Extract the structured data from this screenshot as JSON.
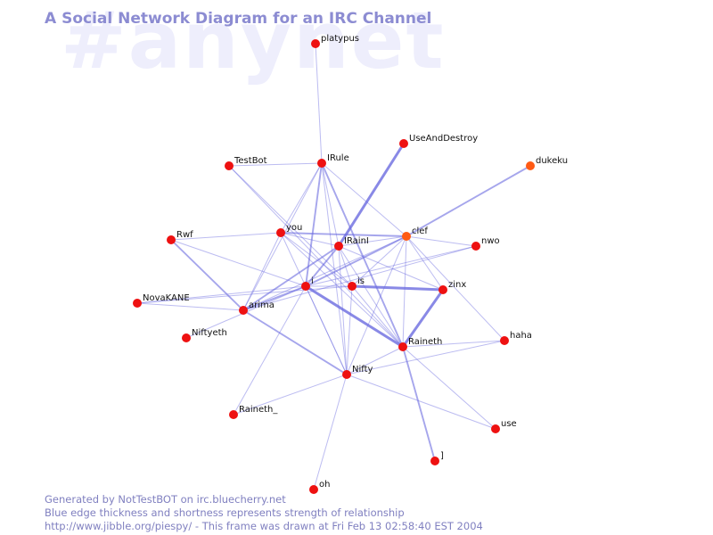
{
  "watermark": "#anynet",
  "title": "A Social Network Diagram for an IRC Channel",
  "footer": {
    "line1": "Generated by NotTestBOT on irc.bluecherry.net",
    "line2": "Blue edge thickness and shortness represents strength of relationship",
    "line3": "http://www.jibble.org/piespy/ - This frame was drawn at Fri Feb 13 02:58:40 EST 2004"
  },
  "colors": {
    "edge": "#6b6be0",
    "node": "#ee1111",
    "node_recent": "#ff5a14",
    "title": "#8c8cd2",
    "watermark": "#eeeefc",
    "footer": "#8080c0"
  },
  "nodes": [
    {
      "id": "platypus",
      "label": "platypus"
    },
    {
      "id": "UseAndDestroy",
      "label": "UseAndDestroy"
    },
    {
      "id": "dukeku",
      "label": "dukeku",
      "recent": true
    },
    {
      "id": "TestBot",
      "label": "TestBot"
    },
    {
      "id": "IRule",
      "label": "IRule"
    },
    {
      "id": "clef",
      "label": "clef",
      "recent": true
    },
    {
      "id": "nwo",
      "label": "nwo"
    },
    {
      "id": "Rwf",
      "label": "Rwf"
    },
    {
      "id": "you",
      "label": "you"
    },
    {
      "id": "IRainI",
      "label": "IRainI"
    },
    {
      "id": "i",
      "label": "i"
    },
    {
      "id": "is",
      "label": "is"
    },
    {
      "id": "zinx",
      "label": "zinx"
    },
    {
      "id": "NovaKANE",
      "label": "NovaKANE"
    },
    {
      "id": "arima",
      "label": "arima"
    },
    {
      "id": "Niftyeth",
      "label": "Niftyeth"
    },
    {
      "id": "Raineth",
      "label": "Raineth"
    },
    {
      "id": "haha",
      "label": "haha"
    },
    {
      "id": "Nifty",
      "label": "Nifty"
    },
    {
      "id": "Raineth_",
      "label": "Raineth_"
    },
    {
      "id": "use",
      "label": "use"
    },
    {
      "id": "bracket",
      "label": "]"
    },
    {
      "id": "oh",
      "label": "oh"
    }
  ],
  "edges": [
    {
      "a": "platypus",
      "b": "IRule",
      "strength": 1
    },
    {
      "a": "UseAndDestroy",
      "b": "IRainI",
      "strength": 3
    },
    {
      "a": "dukeku",
      "b": "clef",
      "strength": 2
    },
    {
      "a": "TestBot",
      "b": "IRule",
      "strength": 1
    },
    {
      "a": "TestBot",
      "b": "is",
      "strength": 1
    },
    {
      "a": "TestBot",
      "b": "Raineth",
      "strength": 1
    },
    {
      "a": "IRule",
      "b": "i",
      "strength": 2
    },
    {
      "a": "IRule",
      "b": "you",
      "strength": 1
    },
    {
      "a": "IRule",
      "b": "clef",
      "strength": 1
    },
    {
      "a": "IRule",
      "b": "IRainI",
      "strength": 1
    },
    {
      "a": "IRule",
      "b": "Raineth",
      "strength": 2
    },
    {
      "a": "IRule",
      "b": "arima",
      "strength": 1
    },
    {
      "a": "IRule",
      "b": "Nifty",
      "strength": 1
    },
    {
      "a": "Rwf",
      "b": "you",
      "strength": 1
    },
    {
      "a": "Rwf",
      "b": "arima",
      "strength": 2
    },
    {
      "a": "Rwf",
      "b": "i",
      "strength": 1
    },
    {
      "a": "you",
      "b": "clef",
      "strength": 2
    },
    {
      "a": "you",
      "b": "IRainI",
      "strength": 1
    },
    {
      "a": "you",
      "b": "is",
      "strength": 1
    },
    {
      "a": "you",
      "b": "Raineth",
      "strength": 1
    },
    {
      "a": "you",
      "b": "Nifty",
      "strength": 1
    },
    {
      "a": "you",
      "b": "arima",
      "strength": 1
    },
    {
      "a": "IRainI",
      "b": "clef",
      "strength": 1
    },
    {
      "a": "IRainI",
      "b": "i",
      "strength": 2
    },
    {
      "a": "IRainI",
      "b": "is",
      "strength": 1
    },
    {
      "a": "IRainI",
      "b": "zinx",
      "strength": 1
    },
    {
      "a": "IRainI",
      "b": "arima",
      "strength": 2
    },
    {
      "a": "IRainI",
      "b": "Raineth",
      "strength": 1
    },
    {
      "a": "IRainI",
      "b": "Nifty",
      "strength": 1
    },
    {
      "a": "clef",
      "b": "i",
      "strength": 2
    },
    {
      "a": "clef",
      "b": "is",
      "strength": 1
    },
    {
      "a": "clef",
      "b": "nwo",
      "strength": 1
    },
    {
      "a": "clef",
      "b": "zinx",
      "strength": 1
    },
    {
      "a": "clef",
      "b": "Raineth",
      "strength": 1
    },
    {
      "a": "clef",
      "b": "arima",
      "strength": 1
    },
    {
      "a": "clef",
      "b": "haha",
      "strength": 1
    },
    {
      "a": "clef",
      "b": "Nifty",
      "strength": 1
    },
    {
      "a": "nwo",
      "b": "i",
      "strength": 1
    },
    {
      "a": "nwo",
      "b": "arima",
      "strength": 1
    },
    {
      "a": "i",
      "b": "is",
      "strength": 1
    },
    {
      "a": "i",
      "b": "NovaKANE",
      "strength": 1
    },
    {
      "a": "i",
      "b": "arima",
      "strength": 2
    },
    {
      "a": "i",
      "b": "Niftyeth",
      "strength": 1
    },
    {
      "a": "i",
      "b": "Raineth",
      "strength": 3
    },
    {
      "a": "i",
      "b": "Nifty",
      "strength": 1
    },
    {
      "a": "i",
      "b": "Raineth_",
      "strength": 1
    },
    {
      "a": "is",
      "b": "zinx",
      "strength": 3
    },
    {
      "a": "is",
      "b": "NovaKANE",
      "strength": 1
    },
    {
      "a": "is",
      "b": "Raineth",
      "strength": 1
    },
    {
      "a": "is",
      "b": "Nifty",
      "strength": 1
    },
    {
      "a": "zinx",
      "b": "Raineth",
      "strength": 3
    },
    {
      "a": "NovaKANE",
      "b": "arima",
      "strength": 1
    },
    {
      "a": "arima",
      "b": "Nifty",
      "strength": 2
    },
    {
      "a": "Raineth",
      "b": "Nifty",
      "strength": 1
    },
    {
      "a": "Raineth",
      "b": "haha",
      "strength": 1
    },
    {
      "a": "Raineth",
      "b": "bracket",
      "strength": 2
    },
    {
      "a": "Raineth",
      "b": "use",
      "strength": 1
    },
    {
      "a": "Nifty",
      "b": "oh",
      "strength": 1
    },
    {
      "a": "Nifty",
      "b": "Raineth_",
      "strength": 1
    },
    {
      "a": "Nifty",
      "b": "use",
      "strength": 1
    },
    {
      "a": "Nifty",
      "b": "haha",
      "strength": 1
    }
  ]
}
